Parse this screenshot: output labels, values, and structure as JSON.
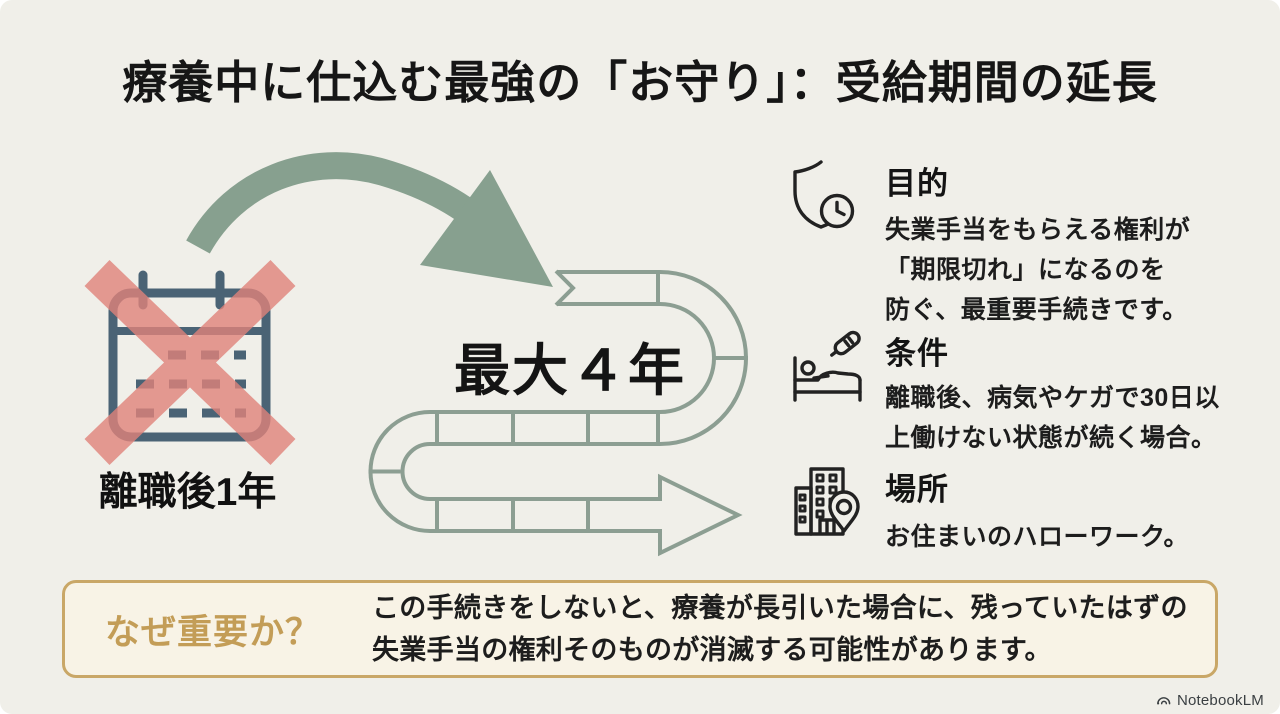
{
  "title": "療養中に仕込む最強の「お守り」：受給期間の延長",
  "before": {
    "label": "離職後1年"
  },
  "after": {
    "label": "最大４年"
  },
  "details": [
    {
      "heading": "目的",
      "icon": "shield-clock-icon",
      "lines": [
        "失業手当をもらえる権利が",
        "「期限切れ」になるのを",
        "防ぐ、最重要手続きです。"
      ]
    },
    {
      "heading": "条件",
      "icon": "sick-bed-icon",
      "lines": [
        "離職後、病気やケガで30日以",
        "上働けない状態が続く場合。"
      ]
    },
    {
      "heading": "場所",
      "icon": "building-pin-icon",
      "lines": [
        "お住まいのハローワーク。"
      ]
    }
  ],
  "importance": {
    "badge": "なぜ重要か？",
    "lines": [
      "この手続きをしないと、療養が長引いた場合に、残っていたはずの",
      "失業手当の権利そのものが消滅する可能性があります。"
    ]
  },
  "footer": {
    "brand": "NotebookLM"
  },
  "colors": {
    "background": "#f0efe9",
    "arrow_green": "#87a08f",
    "path_green": "#8c9e92",
    "calendar_blue": "#4a6375",
    "cross_red": "#e0837b",
    "accent_gold": "#c9a767",
    "badge_gold": "#c39d57",
    "box_cream": "#f8f3e6",
    "text_black": "#1b1b1b"
  }
}
